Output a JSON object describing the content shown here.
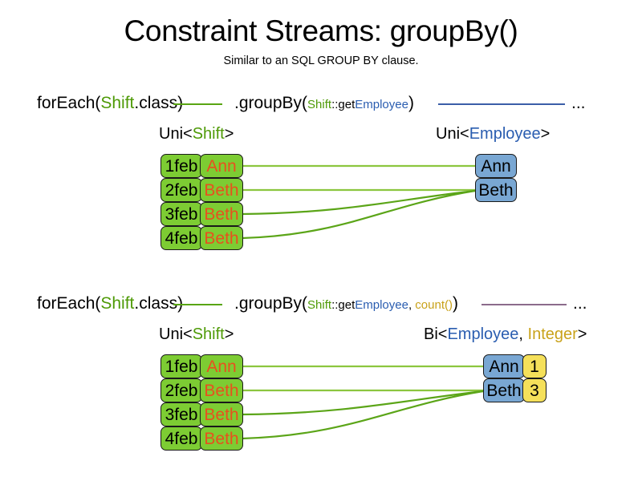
{
  "title": "Constraint Streams: groupBy()",
  "subtitle": "Similar to an SQL GROUP BY clause.",
  "colors": {
    "shift_green": "#7DCC33",
    "employee_blue": "#79A7D3",
    "count_yellow": "#F5E05A",
    "name_orange": "#E8501E",
    "keyword_green": "#4E9A06",
    "keyword_blue": "#2A5DB0",
    "keyword_gold": "#C9A21A",
    "wire_green": "#59A513",
    "wire_blue": "#3B5EA8",
    "wire_purple": "#8B6B8B"
  },
  "sections": [
    {
      "id": "groupby-simple",
      "code": {
        "for_each_open": "forEach(",
        "for_each_type": "Shift",
        "for_each_close": ".class)",
        "group_by_open": ".groupBy(",
        "mapper_type": "Shift",
        "mapper_sep": "::get",
        "mapper_prop": "Employee",
        "group_by_close": ")",
        "ellipsis": "..."
      },
      "left_label": {
        "prefix": "Uni<",
        "type": "Shift",
        "suffix": ">"
      },
      "right_label": {
        "prefix": "Uni<",
        "type": "Employee",
        "suffix": ">"
      },
      "shifts": [
        {
          "date": "1feb",
          "employee": "Ann"
        },
        {
          "date": "2feb",
          "employee": "Beth"
        },
        {
          "date": "3feb",
          "employee": "Beth"
        },
        {
          "date": "4feb",
          "employee": "Beth"
        }
      ],
      "groups": [
        {
          "employee": "Ann"
        },
        {
          "employee": "Beth"
        }
      ]
    },
    {
      "id": "groupby-count",
      "code": {
        "for_each_open": "forEach(",
        "for_each_type": "Shift",
        "for_each_close": ".class)",
        "group_by_open": ".groupBy(",
        "mapper_type": "Shift",
        "mapper_sep": "::get",
        "mapper_prop": "Employee",
        "mapper_comma": ", ",
        "collector": "count()",
        "group_by_close": ")",
        "ellipsis": "..."
      },
      "left_label": {
        "prefix": "Uni<",
        "type": "Shift",
        "suffix": ">"
      },
      "right_label": {
        "prefix": "Bi<",
        "type": "Employee",
        "comma": ", ",
        "type2": "Integer",
        "suffix": ">"
      },
      "shifts": [
        {
          "date": "1feb",
          "employee": "Ann"
        },
        {
          "date": "2feb",
          "employee": "Beth"
        },
        {
          "date": "3feb",
          "employee": "Beth"
        },
        {
          "date": "4feb",
          "employee": "Beth"
        }
      ],
      "groups": [
        {
          "employee": "Ann",
          "count": "1"
        },
        {
          "employee": "Beth",
          "count": "3"
        }
      ]
    }
  ]
}
